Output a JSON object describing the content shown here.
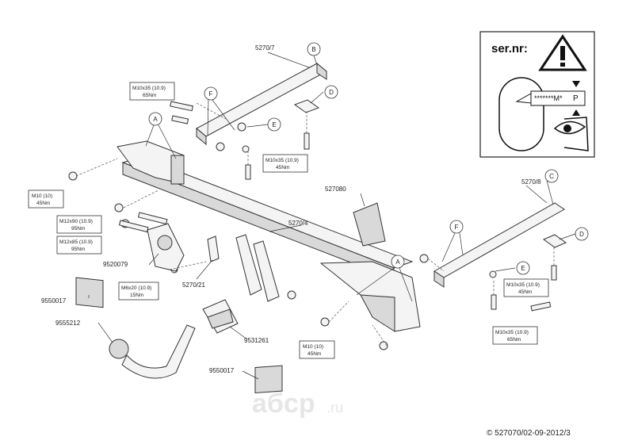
{
  "labels": {
    "p5270_7": "5270/7",
    "p5270_8": "5270/8",
    "p5270_4": "5270/4",
    "p5270_21": "5270/21",
    "p527080": "527080",
    "p9520079": "9520079",
    "p9550017a": "9550017",
    "p9550017b": "9550017",
    "p9555212": "9555212",
    "p9531261": "9531261"
  },
  "callouts": {
    "A1": "A",
    "A2": "A",
    "B": "B",
    "C": "C",
    "D1": "D",
    "D2": "D",
    "E1": "E",
    "E2": "E",
    "F1": "F",
    "F2": "F"
  },
  "specs": {
    "s1": {
      "bolt": "M10x35 (10.9)",
      "torque": "65Nm"
    },
    "s2": {
      "bolt": "M10x35 (10.9)",
      "torque": "45Nm"
    },
    "s3": {
      "bolt": "M10 (10)",
      "torque": "45Nm"
    },
    "s4": {
      "bolt": "M12x90 (10.9)",
      "torque": "95Nm"
    },
    "s5": {
      "bolt": "M12x85 (10.9)",
      "torque": "95Nm"
    },
    "s6": {
      "bolt": "M6x20 (10.9)",
      "torque": "15Nm"
    },
    "s7": {
      "bolt": "M10 (10)",
      "torque": "45Nm"
    },
    "s8": {
      "bolt": "M10x35 (10.9)",
      "torque": "45Nm"
    },
    "s9": {
      "bolt": "M10x35 (10.9)",
      "torque": "65Nm"
    }
  },
  "serial_box": {
    "title": "ser.nr:",
    "code": "*******M*",
    "letter": "P"
  },
  "watermark": {
    "brand": "aбcp",
    "domain": ".ru"
  },
  "copyright": "© 527070/02-09-2012/3"
}
